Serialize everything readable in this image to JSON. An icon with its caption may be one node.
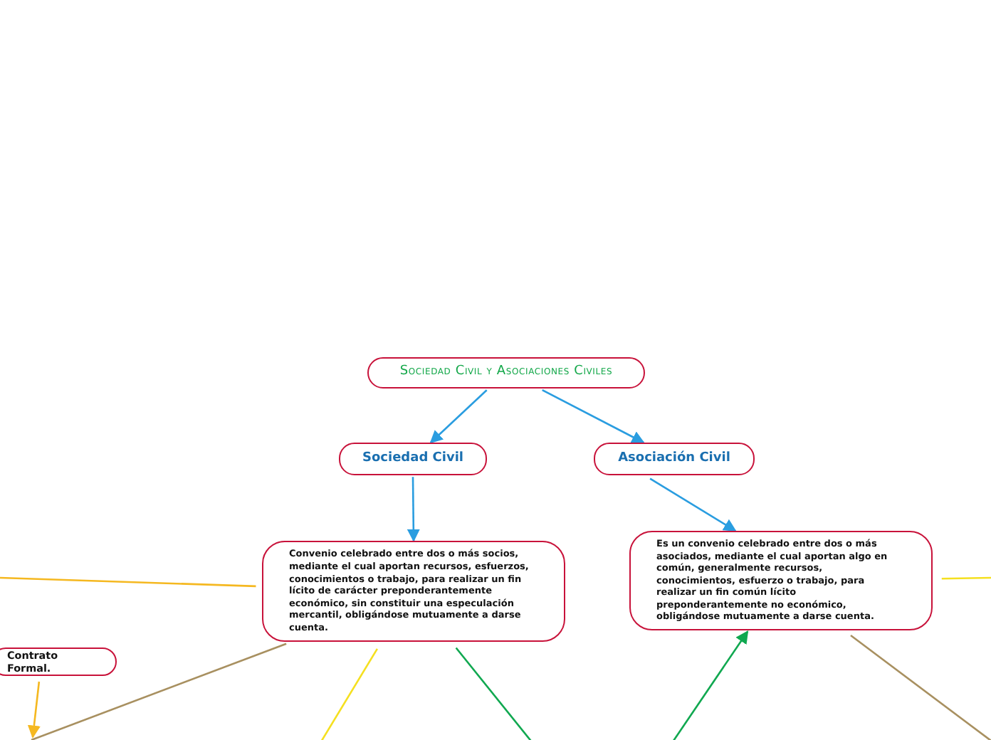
{
  "diagram": {
    "nodes": [
      {
        "text": [
          "Sociedad Civil y Asociaciones Civiles"
        ]
      },
      {
        "text": [
          "Sociedad Civil"
        ]
      },
      {
        "text": [
          "Asociación Civil"
        ]
      },
      {
        "text": [
          "Convenio celebrado entre dos o más socios, mediante el cual aportan recursos, esfuerzos, conocimientos o trabajo, para realizar un fin lícito de carácter preponderantemente económico, sin constituir una especulación mercantil, obligándose mutuamente a darse cuenta."
        ]
      },
      {
        "text": [
          "Es un convenio celebrado entre dos o más asociados, mediante el cual aportan algo en común, generalmente recursos, conocimientos, esfuerzo o trabajo, para realizar un fin común lícito preponderantemente no económico, obligándose mutuamente a darse cuenta."
        ]
      },
      {
        "text": [
          "Contrato Formal."
        ]
      }
    ],
    "edges": [
      {
        "from": 0,
        "to": 1,
        "arrow": "to"
      },
      {
        "from": 0,
        "to": 2,
        "arrow": "to"
      },
      {
        "from": 1,
        "to": 3,
        "arrow": "to"
      },
      {
        "from": 2,
        "to": 4,
        "arrow": "to"
      },
      {
        "from": 3,
        "to": null,
        "arrow": "none",
        "color": "#f5b820"
      },
      {
        "from": 3,
        "to": null,
        "arrow": "none",
        "color": "#a89060"
      },
      {
        "from": 3,
        "to": null,
        "arrow": "none",
        "color": "#f5e020"
      },
      {
        "from": 3,
        "to": null,
        "arrow": "none",
        "color": "#10a850"
      },
      {
        "from": null,
        "to": 4,
        "arrow": "to",
        "color": "#10a850"
      },
      {
        "from": 4,
        "to": null,
        "arrow": "none",
        "color": "#a89060"
      },
      {
        "from": 4,
        "to": null,
        "arrow": "none",
        "color": "#f5e020"
      },
      {
        "from": 5,
        "to": null,
        "arrow": "to",
        "color": "#f5b820"
      }
    ]
  }
}
